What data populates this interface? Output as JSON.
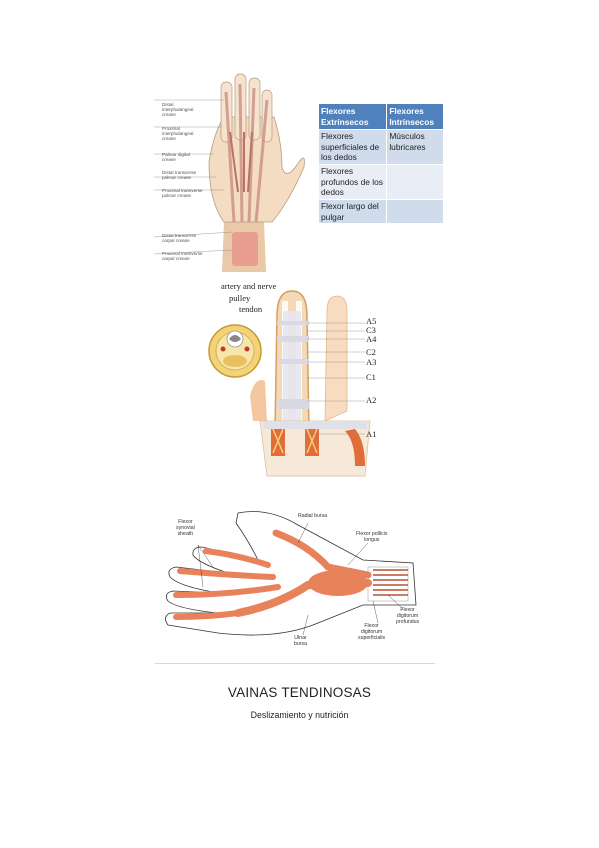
{
  "palm_figure": {
    "labels": [
      "Distal\ninterphalangeal\ncrease",
      "Proximal\ninterphalangeal\ncrease",
      "Palmar digital\ncrease",
      "Distal transverse\npalmar crease",
      "Proximal transverse\npalmar crease",
      "Distal transverse\ncarpal crease",
      "Proximal transverse\ncarpal crease"
    ]
  },
  "table": {
    "headers": [
      "Flexores Extrínsecos",
      "Flexores Intrínsecos"
    ],
    "rows": [
      [
        "Flexores superficiales de los dedos",
        "Músculos lubricares"
      ],
      [
        "Flexores profundos de los dedos",
        ""
      ],
      [
        "Flexor largo del pulgar",
        ""
      ]
    ]
  },
  "pulley_figure": {
    "top_label": "artery and nerve",
    "pulley_label": "pulley",
    "tendon_label": "tendon",
    "pulleys": [
      "A5",
      "C3",
      "A4",
      "C2",
      "A3",
      "C1",
      "A2",
      "A1"
    ]
  },
  "sheath_figure": {
    "radial_bursa": "Radial bursa",
    "flexor_synovial_sheath": "Flexor\nsynovial\nsheath",
    "flexor_pollicis_longus": "Flexor pollicis\nlongus",
    "flexor_digitorum_profundus": "Flexor\ndigitorum\nprofundus",
    "flexor_digitorum_superficialis": "Flexor\ndigitorum\nsuperficialis",
    "ulnar_bursa": "Ulnar\nbursa"
  },
  "title": "VAINAS TENDINOSAS",
  "subtitle": "Deslizamiento y nutrición",
  "colors": {
    "table_header": "#4f81bd",
    "tendon": "#e8825a",
    "sheath": "#f0a070"
  }
}
